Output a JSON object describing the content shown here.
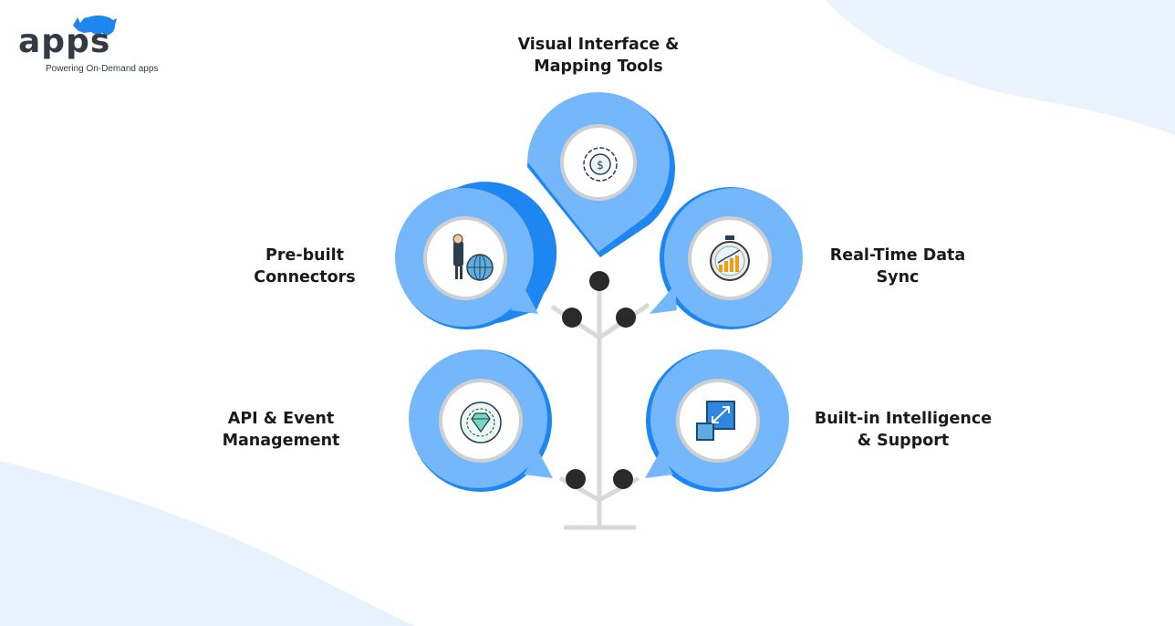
{
  "logo": {
    "wordmark": "apps",
    "tagline": "Powering On-Demand apps",
    "icon": "rhino-icon"
  },
  "colors": {
    "accent_blue": "#1e86f0",
    "light_blue": "#74b8fb",
    "trunk_gray": "#d8d8d8",
    "node_dark": "#2a2a2a",
    "background_wave": "#e8f1fe"
  },
  "features": [
    {
      "id": "visual-interface",
      "line1": "Visual Interface &",
      "line2": "Mapping Tools",
      "icon": "gear-dollar-icon"
    },
    {
      "id": "prebuilt-connectors",
      "line1": "Pre-built",
      "line2": "Connectors",
      "icon": "businessman-globe-icon"
    },
    {
      "id": "realtime-sync",
      "line1": "Real-Time Data",
      "line2": "Sync",
      "icon": "stopwatch-chart-icon"
    },
    {
      "id": "api-event",
      "line1": "API & Event",
      "line2": "Management",
      "icon": "diamond-target-icon"
    },
    {
      "id": "builtin-intelligence",
      "line1": "Built-in Intelligence",
      "line2": "& Support",
      "icon": "scale-arrows-icon"
    }
  ]
}
